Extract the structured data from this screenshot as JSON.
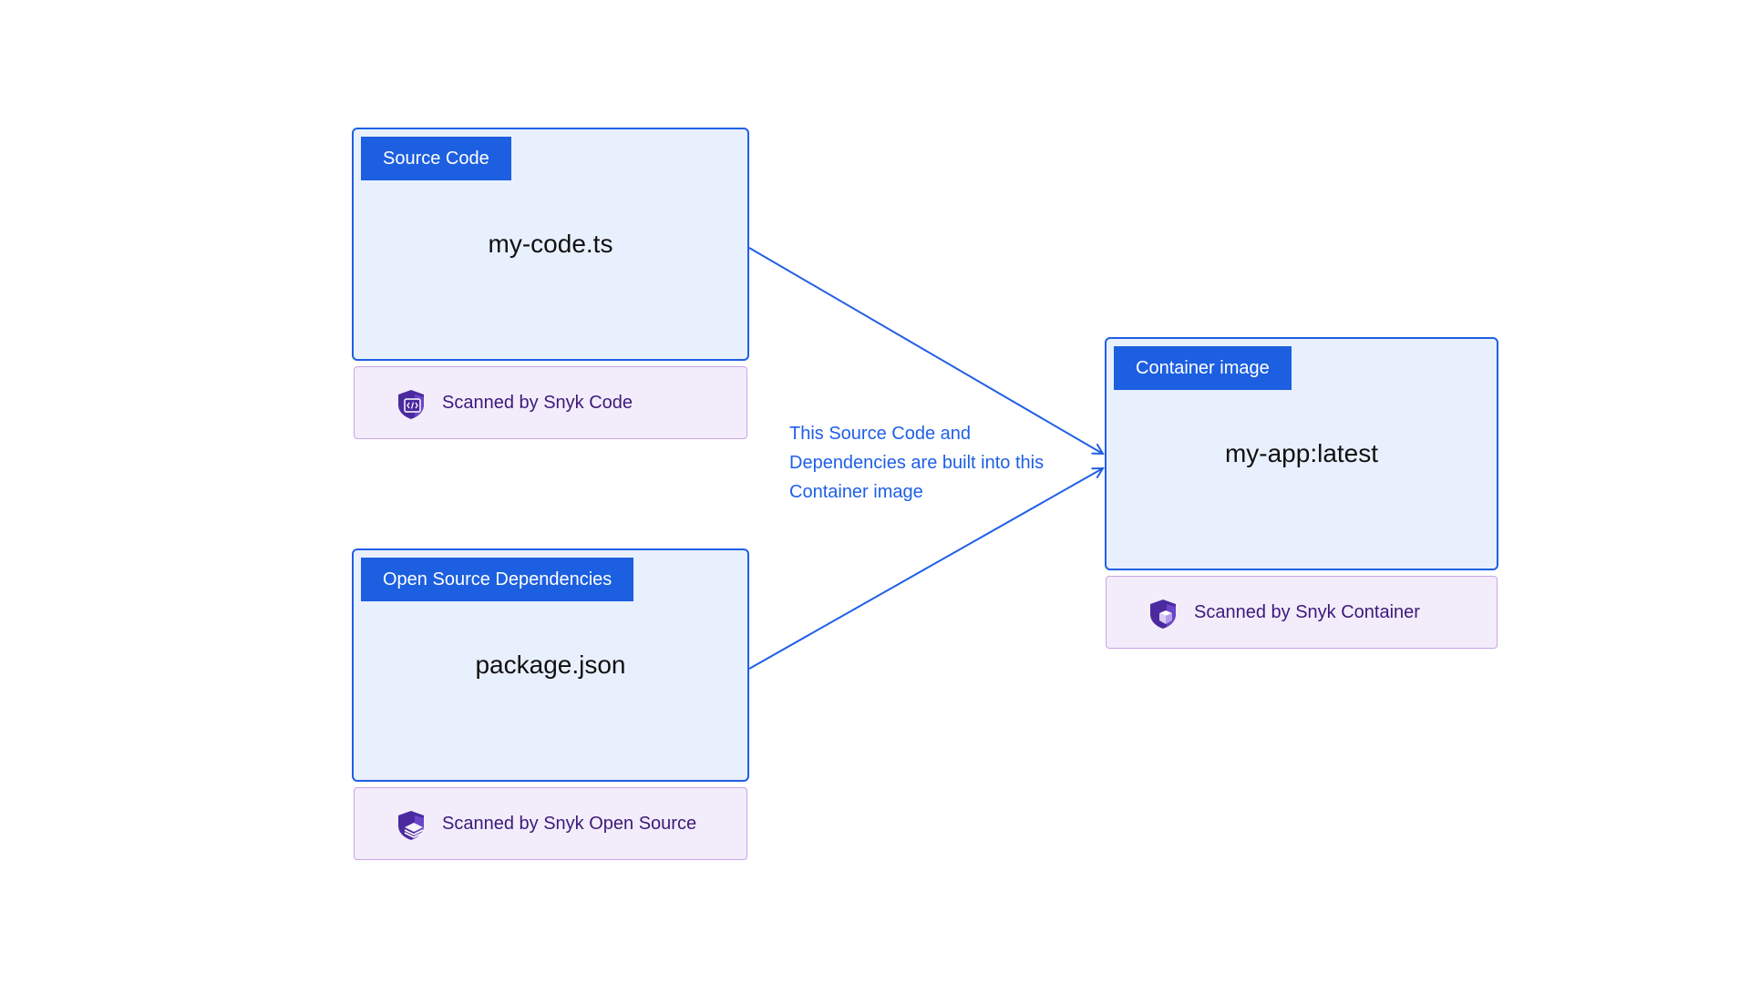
{
  "colors": {
    "node_fill": "#e9f0fd",
    "node_border": "#1f5fe6",
    "tag_fill": "#1c5fe0",
    "scan_fill": "#f3ecfb",
    "scan_border": "#c9a6e6",
    "scan_text": "#3b1a7a",
    "icon_fill": "#4b2aa0",
    "arrow": "#1f5fe6"
  },
  "source_code": {
    "tag": "Source Code",
    "file": "my-code.ts",
    "scan_label": "Scanned by Snyk Code",
    "scan_icon": "snyk-code-shield-icon"
  },
  "dependencies": {
    "tag": "Open Source Dependencies",
    "file": "package.json",
    "scan_label": "Scanned by Snyk Open Source",
    "scan_icon": "snyk-open-source-shield-icon"
  },
  "container": {
    "tag": "Container image",
    "file": "my-app:latest",
    "scan_label": "Scanned by Snyk Container",
    "scan_icon": "snyk-container-shield-icon"
  },
  "note": {
    "lines": [
      "This Source Code and",
      "Dependencies are built into this",
      "Container image"
    ]
  }
}
